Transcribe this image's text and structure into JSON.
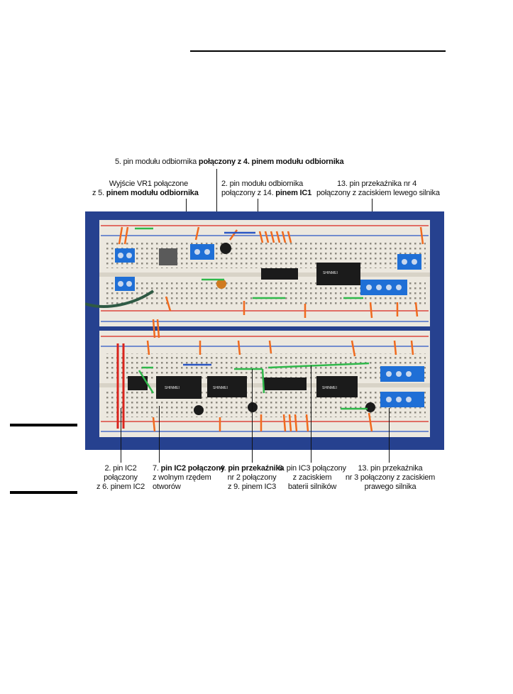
{
  "callouts": {
    "c1": {
      "pre": "5. pin modułu odbiornika ",
      "bold": "połączony z 4. pinem modułu odbiornika"
    },
    "c2": {
      "line1": "Wyjście VR1 połączone",
      "line2_pre": "z 5. ",
      "line2_bold": "pinem modułu odbiornika"
    },
    "c3": {
      "line1_pre": "2. pin modułu odbiornika",
      "line2_pre": "połączony z 14. ",
      "line2_bold": "pinem IC1"
    },
    "c4": {
      "line1": "13. pin przekaźnika nr 4",
      "line2": "połączony z zaciskiem lewego silnika"
    },
    "c5": {
      "line1": "2. pin IC2",
      "line2": "połączony",
      "line3": "z 6. pinem IC2"
    },
    "c6": {
      "line1_pre": "7. ",
      "line1_bold": "pin IC2 połączony",
      "line2": "z wolnym rzędem",
      "line3": "otworów"
    },
    "c7": {
      "line1_pre": "4. ",
      "line1_bold": "pin przekaźnika",
      "line2": "nr 2 połączony",
      "line3": "z 9. pinem IC3"
    },
    "c8": {
      "line1": "8. pin IC3 połączony",
      "line2": "z zaciskiem",
      "line3": "baterii silników"
    },
    "c9": {
      "line1": "13. pin przekaźnika",
      "line2": "nr 3 połączony z zaciskiem",
      "line3": "prawego silnika"
    }
  },
  "photo": {
    "board_color": "#26418f",
    "breadboard_color": "#ece8df",
    "rail_red": "#d9241c",
    "rail_blue": "#2a56c4",
    "wire_orange": "#f06a1e",
    "wire_green": "#2fb84a",
    "terminal_blue": "#1f6fd6",
    "ic_black": "#1b1b1b",
    "relay_labels": [
      "SHINMEI",
      "SHINMEI",
      "SHINMEI",
      "SHINMEI"
    ]
  }
}
